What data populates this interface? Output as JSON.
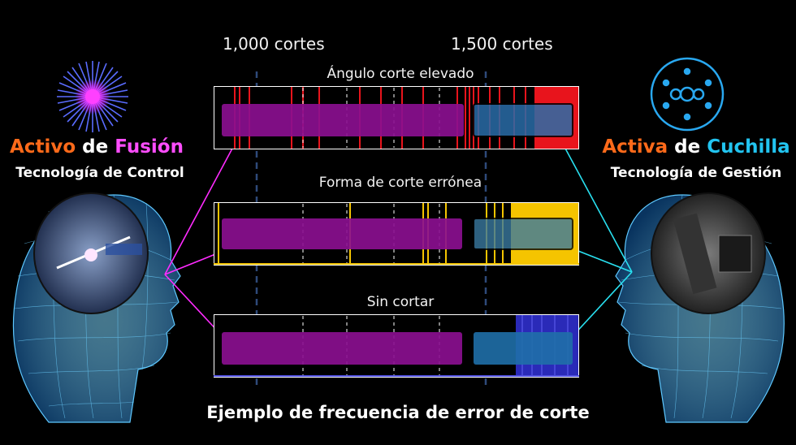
{
  "axis": {
    "tick_1000": "1,000 cortes",
    "tick_1500": "1,500 cortes"
  },
  "bars": [
    {
      "title": "Ángulo corte elevado",
      "color": "#e8141c"
    },
    {
      "title": "Forma de corte errónea",
      "color": "#f5c400"
    },
    {
      "title": "Sin cortar",
      "color": "#2a2ab8"
    }
  ],
  "left": {
    "word1": "Activo",
    "word2": "de",
    "word3": "Fusión",
    "subtitle": "Tecnología de Control",
    "word1_color": "#ff6a1a",
    "word3_color": "#ff4dff"
  },
  "right": {
    "word1": "Activa",
    "word2": "de",
    "word3": "Cuchilla",
    "subtitle": "Tecnología de Gestión",
    "word1_color": "#ff6a1a",
    "word3_color": "#22c4f0"
  },
  "footer": "Ejemplo de frecuencia de error de corte",
  "colors": {
    "magenta_arrow": "#ff2bff",
    "cyan_arrow": "#29e0f0",
    "purple_bar": "#8a0f8f",
    "blue_bar": "#1f6fa8"
  }
}
